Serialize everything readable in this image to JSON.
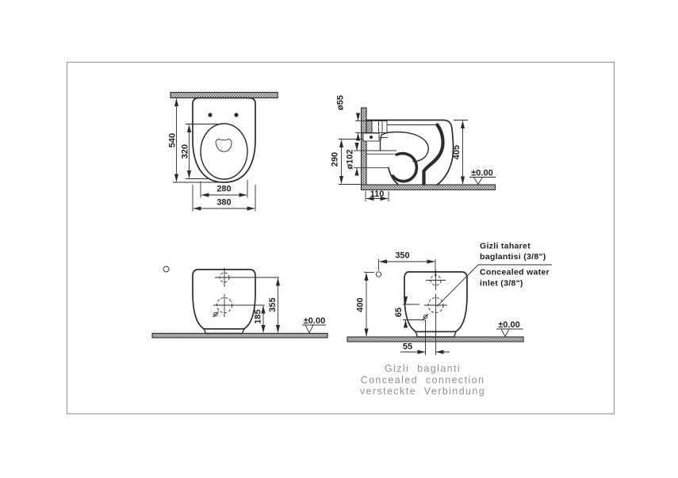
{
  "views": {
    "plan": {
      "dims": {
        "depth": "540",
        "seat_depth": "320",
        "seat_width": "280",
        "width": "380"
      }
    },
    "side": {
      "dims": {
        "inlet_dia": "ø55",
        "outlet_dia": "ø102",
        "outlet_height": "290",
        "height": "405",
        "wall_offset": "110"
      },
      "level_label": "±0.00"
    },
    "front": {
      "dims": {
        "upper_hole_height": "355",
        "lower_hole_height": "185"
      },
      "level_label": "±0.00"
    },
    "rear": {
      "dims": {
        "hole_offset": "350",
        "height": "400",
        "hole_gap": "65",
        "hole_side_offset": "55"
      },
      "level_label": "±0.00",
      "callout_tr1": "Gizli taharet",
      "callout_tr2": "baglantisi (3/8\")",
      "callout_en1": "Concealed water",
      "callout_en2": "inlet (3/8\")"
    }
  },
  "caption": {
    "line1": "Gizli baglanti",
    "line2": "Concealed connection",
    "line3": "versteckte Verbindung"
  }
}
